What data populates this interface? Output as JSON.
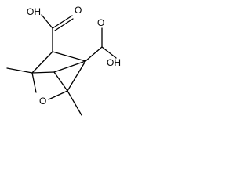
{
  "structure": {
    "atoms": {
      "cooh_top": "OH",
      "cooh_top_carbonyl": "O",
      "cooh_right": "OH",
      "cooh_right_carbonyl": "O",
      "bridge_oxygen": "O"
    }
  },
  "colors": {
    "bond": "#000000",
    "label": "#000000",
    "background": "#ffffff"
  }
}
